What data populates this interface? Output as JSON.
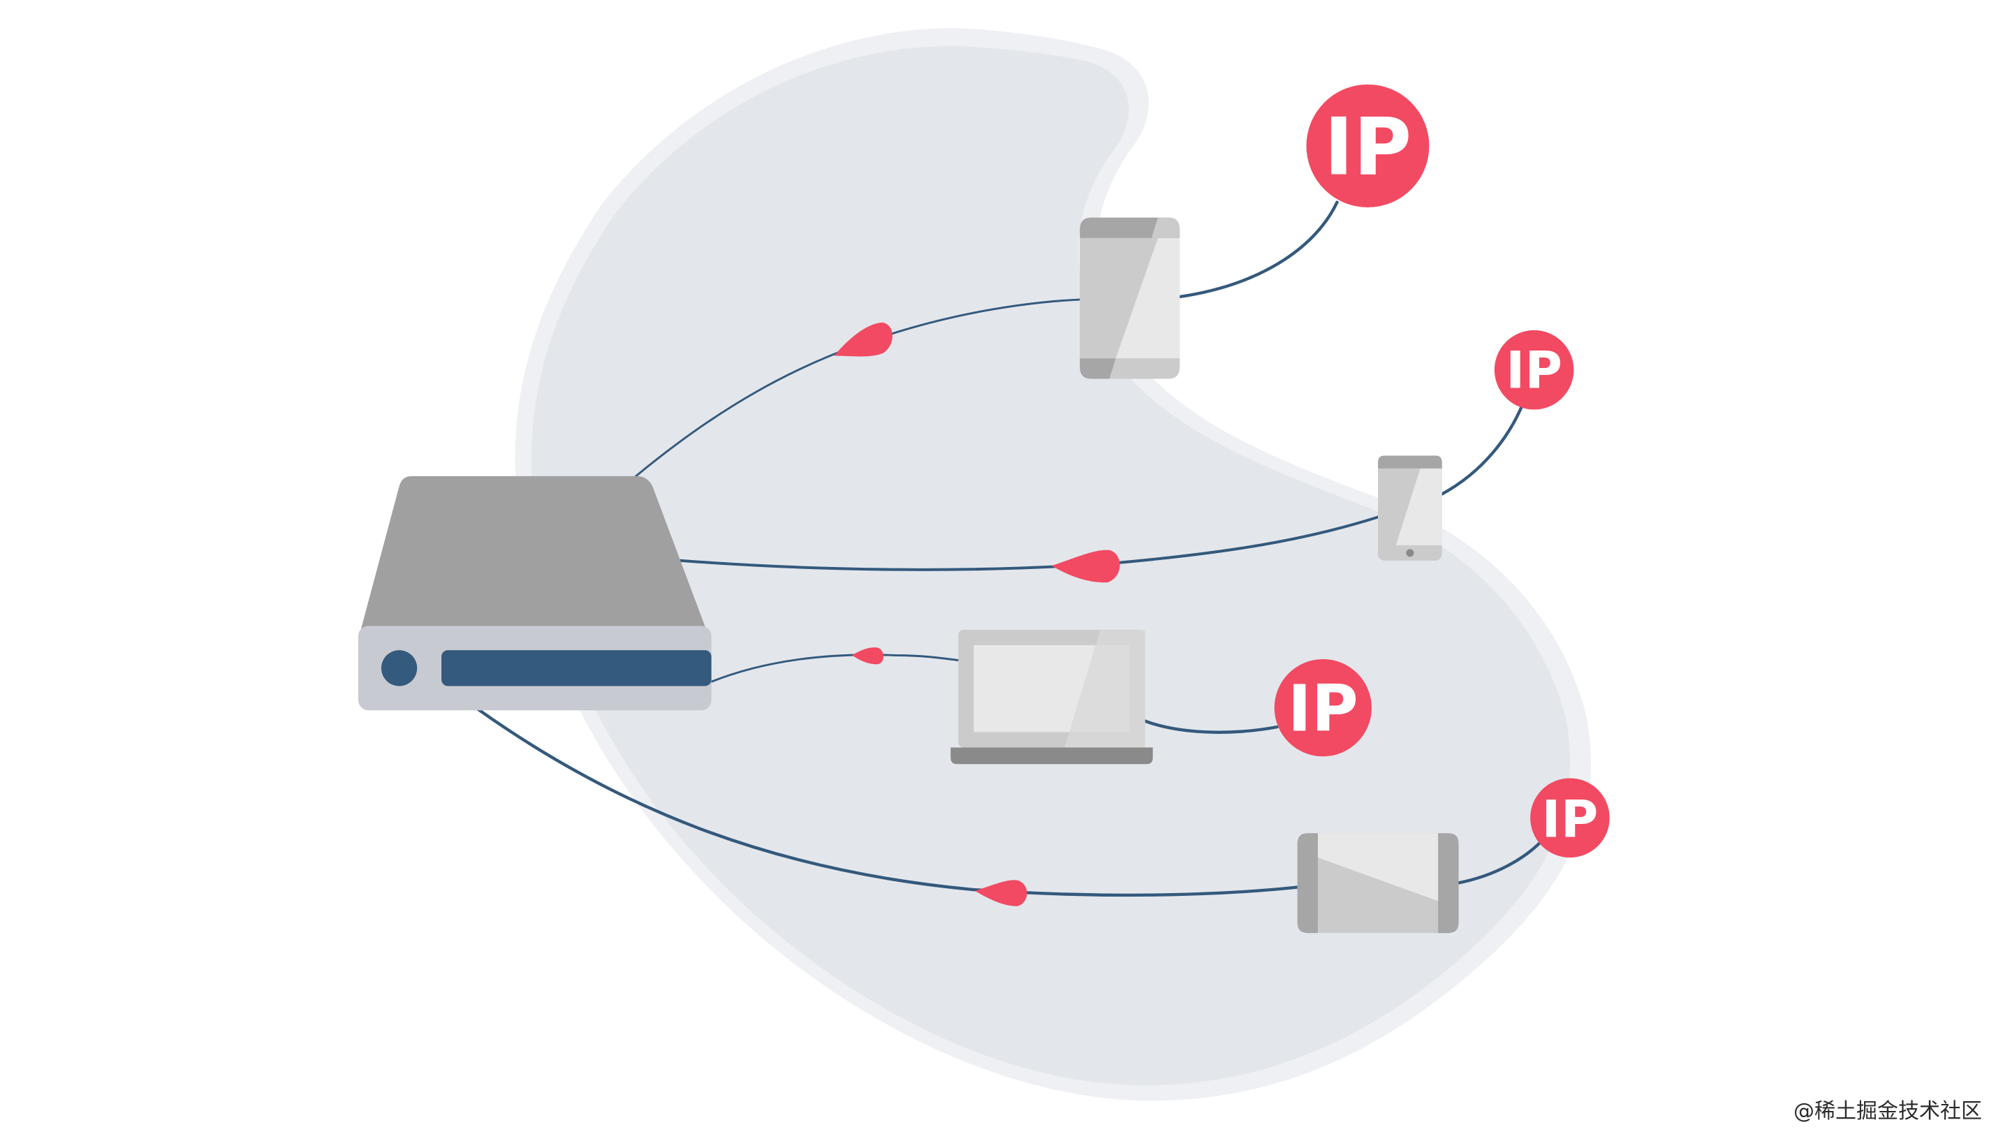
{
  "diagram": {
    "ip_badge_label": "IP",
    "colors": {
      "background": "#ffffff",
      "blob": "#e3e7ec",
      "blob_halo": "#eef0f3",
      "cable": "#34597c",
      "arrow_marker": "#f24a62",
      "ip_badge": "#f24a62",
      "server_top": "#a0a0a0",
      "server_base": "#c8cad1",
      "server_accent": "#345a7d",
      "device_frame": "#cbcbcb",
      "device_screen": "#e8e8e8",
      "device_dark": "#a6a6a6"
    },
    "nodes": [
      {
        "id": "server",
        "kind": "server",
        "icon": "server-icon"
      },
      {
        "id": "phone-large",
        "kind": "smartphone",
        "icon": "smartphone-icon"
      },
      {
        "id": "phone-small",
        "kind": "smartphone",
        "icon": "smartphone-icon"
      },
      {
        "id": "laptop",
        "kind": "laptop",
        "icon": "laptop-icon"
      },
      {
        "id": "tablet",
        "kind": "tablet",
        "icon": "tablet-icon"
      }
    ],
    "connections": [
      {
        "from": "server",
        "to": "phone-large"
      },
      {
        "from": "server",
        "to": "phone-small"
      },
      {
        "from": "server",
        "to": "laptop"
      },
      {
        "from": "server",
        "to": "tablet"
      }
    ]
  },
  "watermark": "@稀土掘金技术社区"
}
